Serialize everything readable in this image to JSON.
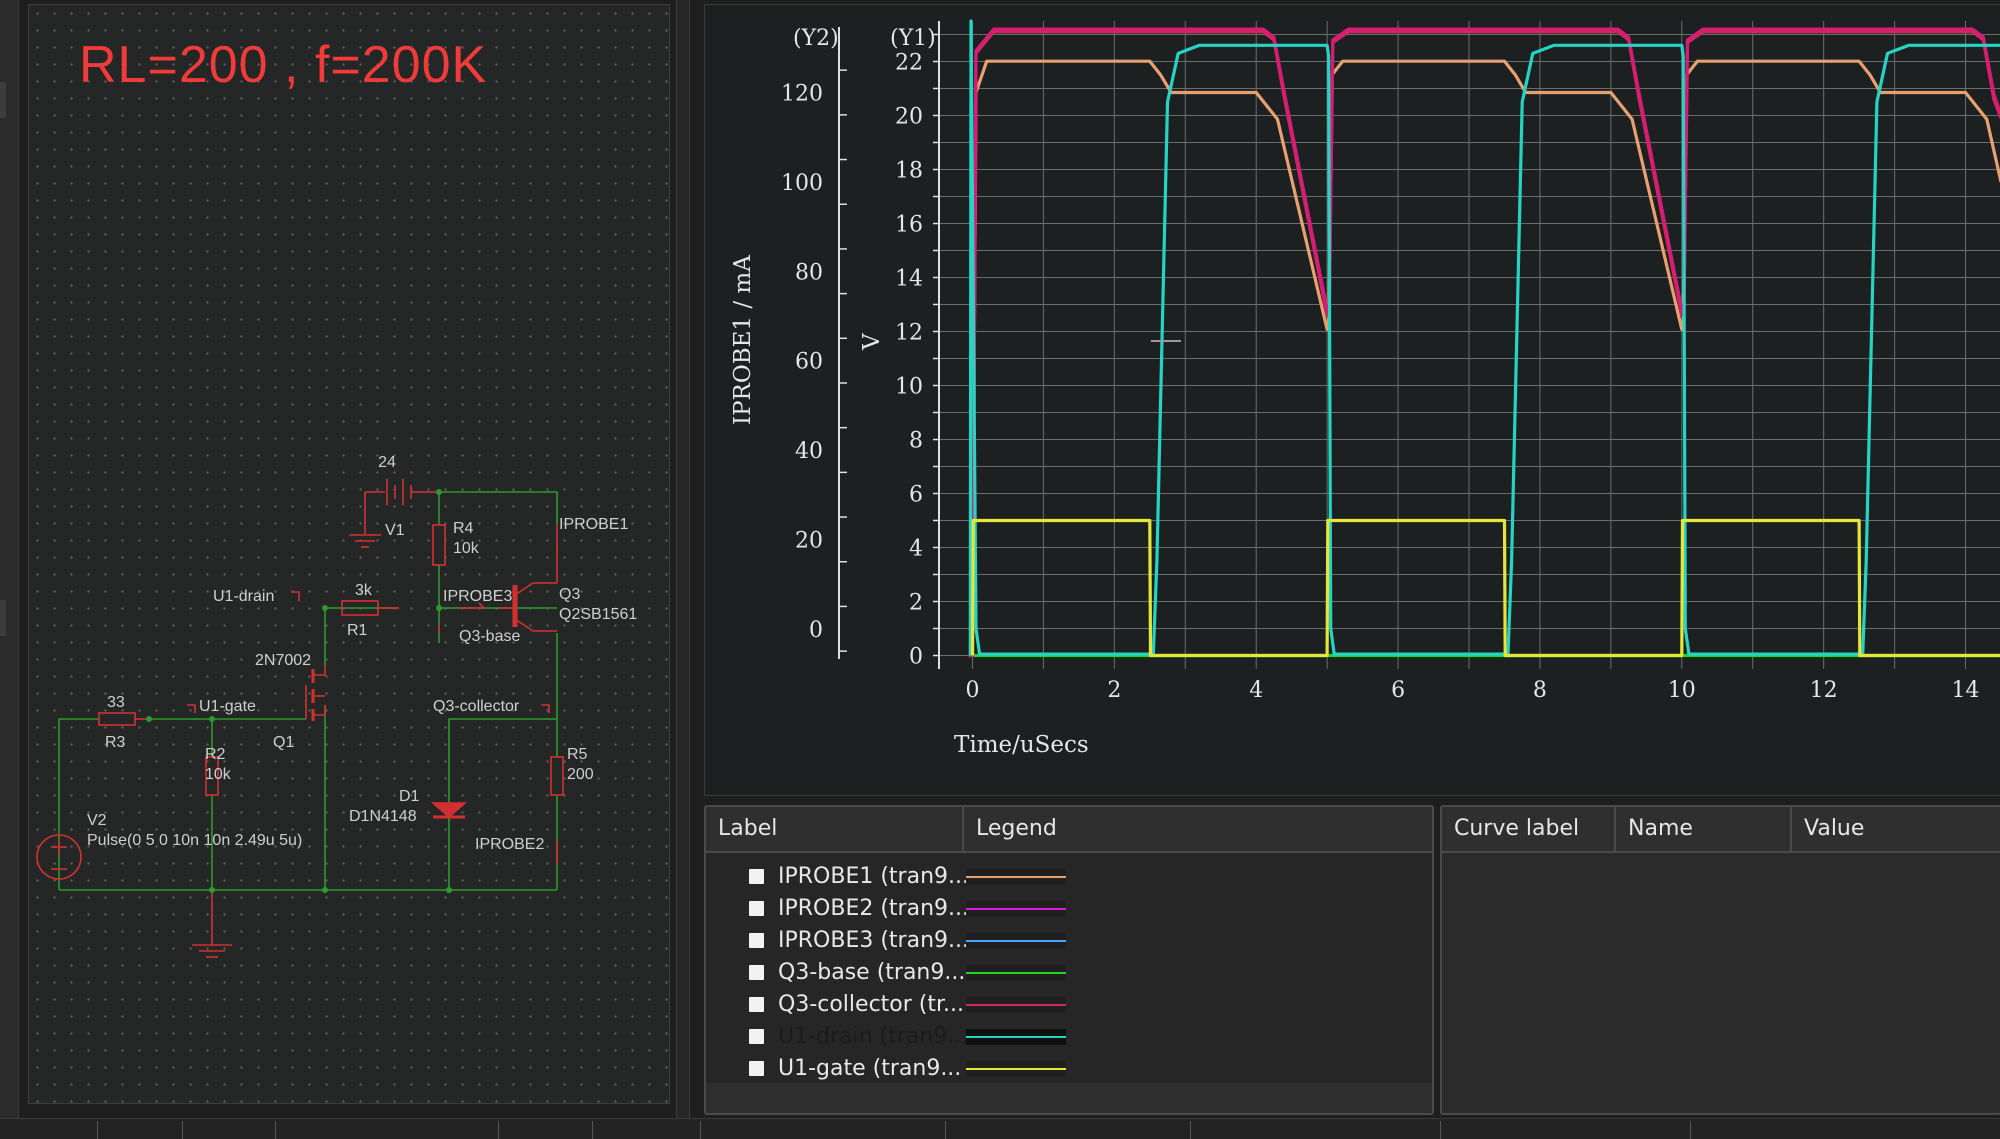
{
  "schematic": {
    "title": "RL=200 , f=200K",
    "labels": {
      "battery_value": "24",
      "battery_name": "V1",
      "r4_name": "R4",
      "r4_value": "10k",
      "iprobe1": "IPROBE1",
      "u1_drain": "U1-drain",
      "r1_value": "3k",
      "r1_name": "R1",
      "iprobe3": "IPROBE3",
      "q3_name": "Q3",
      "q3_part": "Q2SB1561",
      "q3_base": "Q3-base",
      "mosfet_part": "2N7002",
      "r3_value": "33",
      "r3_name": "R3",
      "u1_gate": "U1-gate",
      "q1_name": "Q1",
      "q3_collector": "Q3-collector",
      "r2_name": "R2",
      "r2_value": "10k",
      "r5_name": "R5",
      "r5_value": "200",
      "d1_name": "D1",
      "d1_part": "D1N4148",
      "v2_name": "V2",
      "v2_value": "Pulse(0 5 0 10n 10n 2.49u 5u)",
      "iprobe2": "IPROBE2"
    },
    "colors": {
      "wire": "#2d9a2d",
      "component": "#d23030",
      "text": "#cfcfcf"
    }
  },
  "plot": {
    "y2_tag": "(Y2)",
    "y1_tag": "(Y1)",
    "y2_label": "IPROBE1 / mA",
    "y1_label": "V",
    "x_label": "Time/uSecs"
  },
  "chart_data": {
    "type": "line",
    "xlabel": "Time/uSecs",
    "ylabel": "V",
    "y2label": "IPROBE1 / mA",
    "xlim": [
      -0.5,
      14.5
    ],
    "ylim": [
      -0.5,
      23.5
    ],
    "y2lim": [
      -9,
      136
    ],
    "x_ticks": [
      0,
      2,
      4,
      6,
      8,
      10,
      12,
      14
    ],
    "y_ticks": [
      0,
      2,
      4,
      6,
      8,
      10,
      12,
      14,
      16,
      18,
      20,
      22
    ],
    "y2_ticks": [
      0,
      20,
      40,
      60,
      80,
      100,
      120
    ],
    "grid": true,
    "series": [
      {
        "name": "IPROBE1 (tran9...",
        "color": "#e8a070",
        "axis": "y2",
        "x": [
          -0.05,
          0.0,
          0.05,
          0.2,
          2.5,
          2.65,
          2.8,
          4.0,
          4.3,
          5.0,
          5.02,
          5.07,
          5.22,
          7.5,
          7.65,
          7.8,
          9.0,
          9.3,
          10.0,
          10.02,
          10.07,
          10.22,
          12.5,
          12.65,
          12.8,
          14.0,
          14.3,
          14.5
        ],
        "y": [
          0,
          0,
          120,
          127,
          127,
          124,
          120,
          120,
          114,
          67,
          67,
          124,
          127,
          127,
          124,
          120,
          120,
          114,
          67,
          67,
          124,
          127,
          127,
          124,
          120,
          120,
          114,
          100
        ]
      },
      {
        "name": "IPROBE2 (tran9...",
        "color": "#d81b77",
        "axis": "y1",
        "x": [
          -0.05,
          0.0,
          0.05,
          0.3,
          4.1,
          4.25,
          4.4,
          5.0,
          5.03,
          5.08,
          5.3,
          9.1,
          9.25,
          9.4,
          10.0,
          10.03,
          10.08,
          10.3,
          14.1,
          14.25,
          14.4,
          14.5
        ],
        "y": [
          0,
          0,
          22.4,
          23.2,
          23.2,
          22.9,
          20.8,
          12.8,
          12.8,
          22.8,
          23.2,
          23.2,
          22.9,
          20.8,
          12.8,
          12.8,
          22.8,
          23.2,
          23.2,
          22.9,
          20.8,
          20.0
        ]
      },
      {
        "name": "IPROBE3 (tran9...",
        "color": "#4aa3ff",
        "axis": "y1",
        "x": [],
        "y": []
      },
      {
        "name": "Q3-base (tran9...",
        "color": "#22d322",
        "axis": "y1",
        "x": [
          -0.05,
          0.0,
          0.02,
          14.5
        ],
        "y": [
          0,
          0,
          0,
          0
        ]
      },
      {
        "name": "Q3-collector (tr...",
        "color": "#cc2a5a",
        "axis": "y1",
        "x": [
          -0.05,
          0.0,
          0.05,
          0.3,
          4.1,
          4.25,
          4.4,
          5.0,
          5.03,
          5.08,
          5.3,
          9.1,
          9.25,
          9.4,
          10.0,
          10.03,
          10.08,
          10.3,
          14.1,
          14.25,
          14.4,
          14.5
        ],
        "y": [
          0,
          0,
          22.3,
          23.1,
          23.1,
          22.8,
          20.6,
          12.6,
          12.6,
          22.7,
          23.1,
          23.1,
          22.8,
          20.6,
          12.6,
          12.6,
          22.7,
          23.1,
          23.1,
          22.8,
          20.6,
          19.9
        ]
      },
      {
        "name": "U1-drain (tran9...",
        "color": "#26d4c4",
        "axis": "y1",
        "x": [
          -0.03,
          -0.02,
          0.05,
          0.1,
          2.55,
          2.6,
          2.75,
          2.9,
          3.2,
          5.0,
          5.02,
          5.05,
          5.1,
          7.55,
          7.6,
          7.75,
          7.9,
          8.2,
          10.0,
          10.02,
          10.05,
          10.1,
          12.55,
          12.6,
          12.75,
          12.9,
          13.2,
          14.5
        ],
        "y": [
          0,
          23.5,
          1.0,
          0.05,
          0.05,
          3.5,
          20.5,
          22.3,
          22.6,
          22.6,
          22.2,
          1.0,
          0.05,
          0.05,
          3.5,
          20.5,
          22.3,
          22.6,
          22.6,
          22.2,
          1.0,
          0.05,
          0.05,
          3.5,
          20.5,
          22.3,
          22.6,
          22.6
        ]
      },
      {
        "name": "U1-gate (tran9...",
        "color": "#e6e63a",
        "axis": "y1",
        "x": [
          0.0,
          0.01,
          0.08,
          2.5,
          2.51,
          2.6,
          5.0,
          5.01,
          5.06,
          7.5,
          7.51,
          7.6,
          10.0,
          10.01,
          10.06,
          12.5,
          12.51,
          12.6,
          14.5
        ],
        "y": [
          0.0,
          5.0,
          5.0,
          5.0,
          0.0,
          0.0,
          0.0,
          5.0,
          5.0,
          5.0,
          0.0,
          0.0,
          0.0,
          5.0,
          5.0,
          5.0,
          0.0,
          0.0,
          0.0
        ]
      }
    ]
  },
  "legend_table": {
    "col_label": "Label",
    "col_legend": "Legend",
    "rows": [
      {
        "label": "IPROBE1 (tran9...",
        "color": "#e8a070"
      },
      {
        "label": "IPROBE2 (tran9...",
        "color": "#d81bd8"
      },
      {
        "label": "IPROBE3 (tran9...",
        "color": "#4aa3ff"
      },
      {
        "label": "Q3-base (tran9...",
        "color": "#22d322"
      },
      {
        "label": "Q3-collector (tr...",
        "color": "#cc2a5a"
      },
      {
        "label": "U1-drain (tran9...",
        "color": "#26d4c4"
      },
      {
        "label": "U1-gate (tran9...",
        "color": "#e6e63a"
      }
    ]
  },
  "cursor_table": {
    "col_curve_label": "Curve label",
    "col_name": "Name",
    "col_value": "Value"
  }
}
